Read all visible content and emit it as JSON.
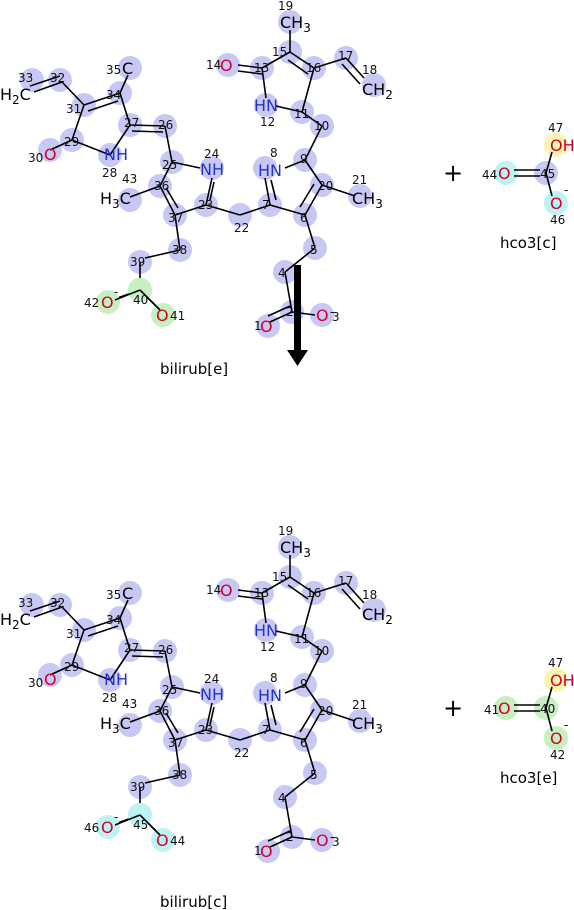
{
  "panels": [
    {
      "molecule_label": "bilirub[e]",
      "coproduct_label": "hco3[c]",
      "carboxylate_labels": {
        "o_left": "42",
        "c": "40",
        "o_right": "41"
      },
      "hco3_labels": {
        "o_double": "44",
        "c": "45",
        "o_minus": "46",
        "oh": "47"
      }
    },
    {
      "molecule_label": "bilirub[c]",
      "coproduct_label": "hco3[e]",
      "carboxylate_labels": {
        "o_left": "46",
        "c": "45",
        "o_right": "44"
      },
      "hco3_labels": {
        "o_double": "41",
        "c": "40",
        "o_minus": "42",
        "oh": "47"
      }
    }
  ],
  "plus_sign": "+",
  "colors": {
    "default_atom": "#c8c8f5",
    "first_group": "#bff2f2",
    "second_group": "#c6f0c0",
    "hydroxyl": "#fbf4b0",
    "oxygen_text": "#d4002a",
    "nitrogen_text": "#2233cc",
    "arrow": "#000000"
  },
  "arrow_direction": "down"
}
